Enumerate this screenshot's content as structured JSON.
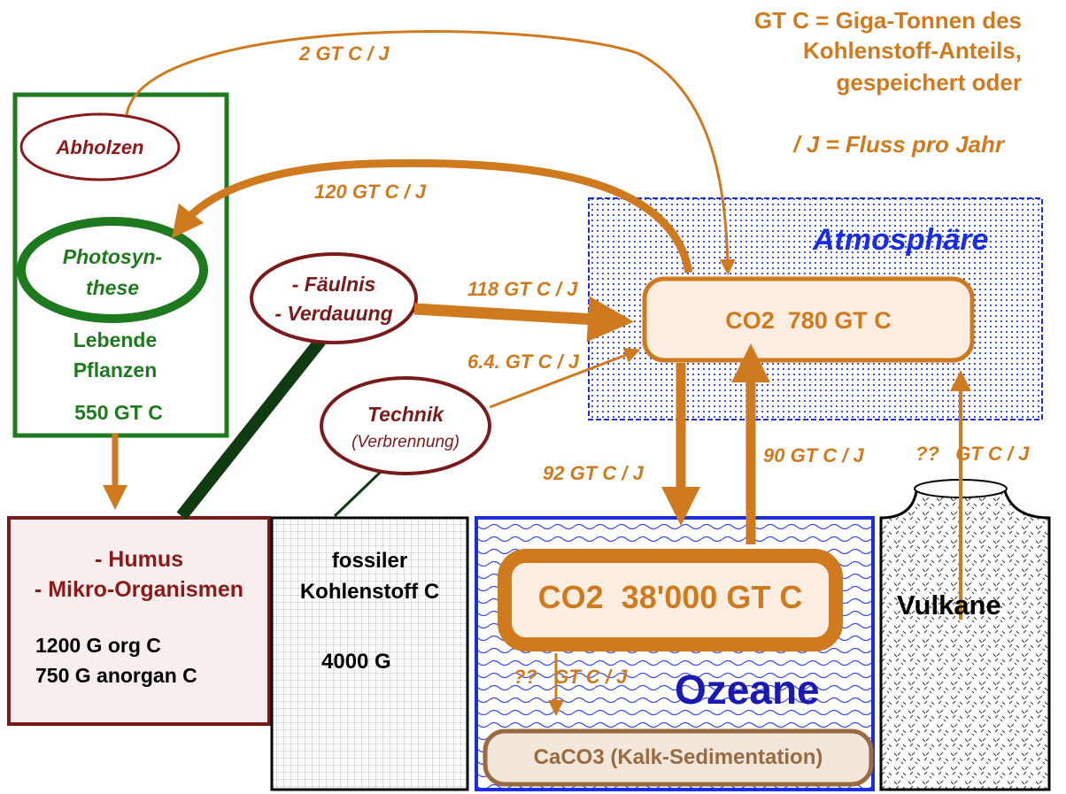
{
  "legend": {
    "line1": "GT C = Giga-Tonnen des",
    "line2": "Kohlenstoff-Anteils,",
    "line3": "gespeichert oder",
    "line4": "/ J = Fluss pro Jahr"
  },
  "plants": {
    "process_abholzen": "Abholzen",
    "process_photosynthese_line1": "Photosyn-",
    "process_photosynthese_line2": "these",
    "label_line1": "Lebende",
    "label_line2": "Pflanzen",
    "amount": "550 GT C"
  },
  "processes": {
    "faeulnis_line1": "- Fäulnis",
    "faeulnis_line2": "- Verdauung",
    "technik_line1": "Technik",
    "technik_line2": "(Verbrennung)"
  },
  "atmosphere": {
    "title": "Atmosphäre",
    "content": "CO2  780 GT C"
  },
  "humus": {
    "line1": "- Humus",
    "line2": "- Mikro-Organismen",
    "amount1": "1200 G org C",
    "amount2": "750 G anorgan C"
  },
  "fossil": {
    "line1": "fossiler",
    "line2": "Kohlenstoff C",
    "amount": "4000 G"
  },
  "ocean": {
    "content": "CO2  38'000 GT C",
    "title": "Ozeane",
    "sediment": "CaCO3 (Kalk-Sedimentation)"
  },
  "volcano": {
    "label": "Vulkane"
  },
  "fluxes": {
    "deforestation": "2 GT C / J",
    "photosynthesis": "120 GT C / J",
    "decay": "118 GT C / J",
    "technology": "6.4. GT C / J",
    "ocean_uptake": "92 GT C / J",
    "ocean_release": "90 GT C / J",
    "volcano": "??   GT C / J",
    "sedimentation": "??   GT C / J"
  },
  "colors": {
    "flux_orange": "#d07a20",
    "plants_green": "#1f7a1f",
    "dark_red": "#7a1a1a",
    "atmosphere_blue": "#1a2ee0"
  }
}
